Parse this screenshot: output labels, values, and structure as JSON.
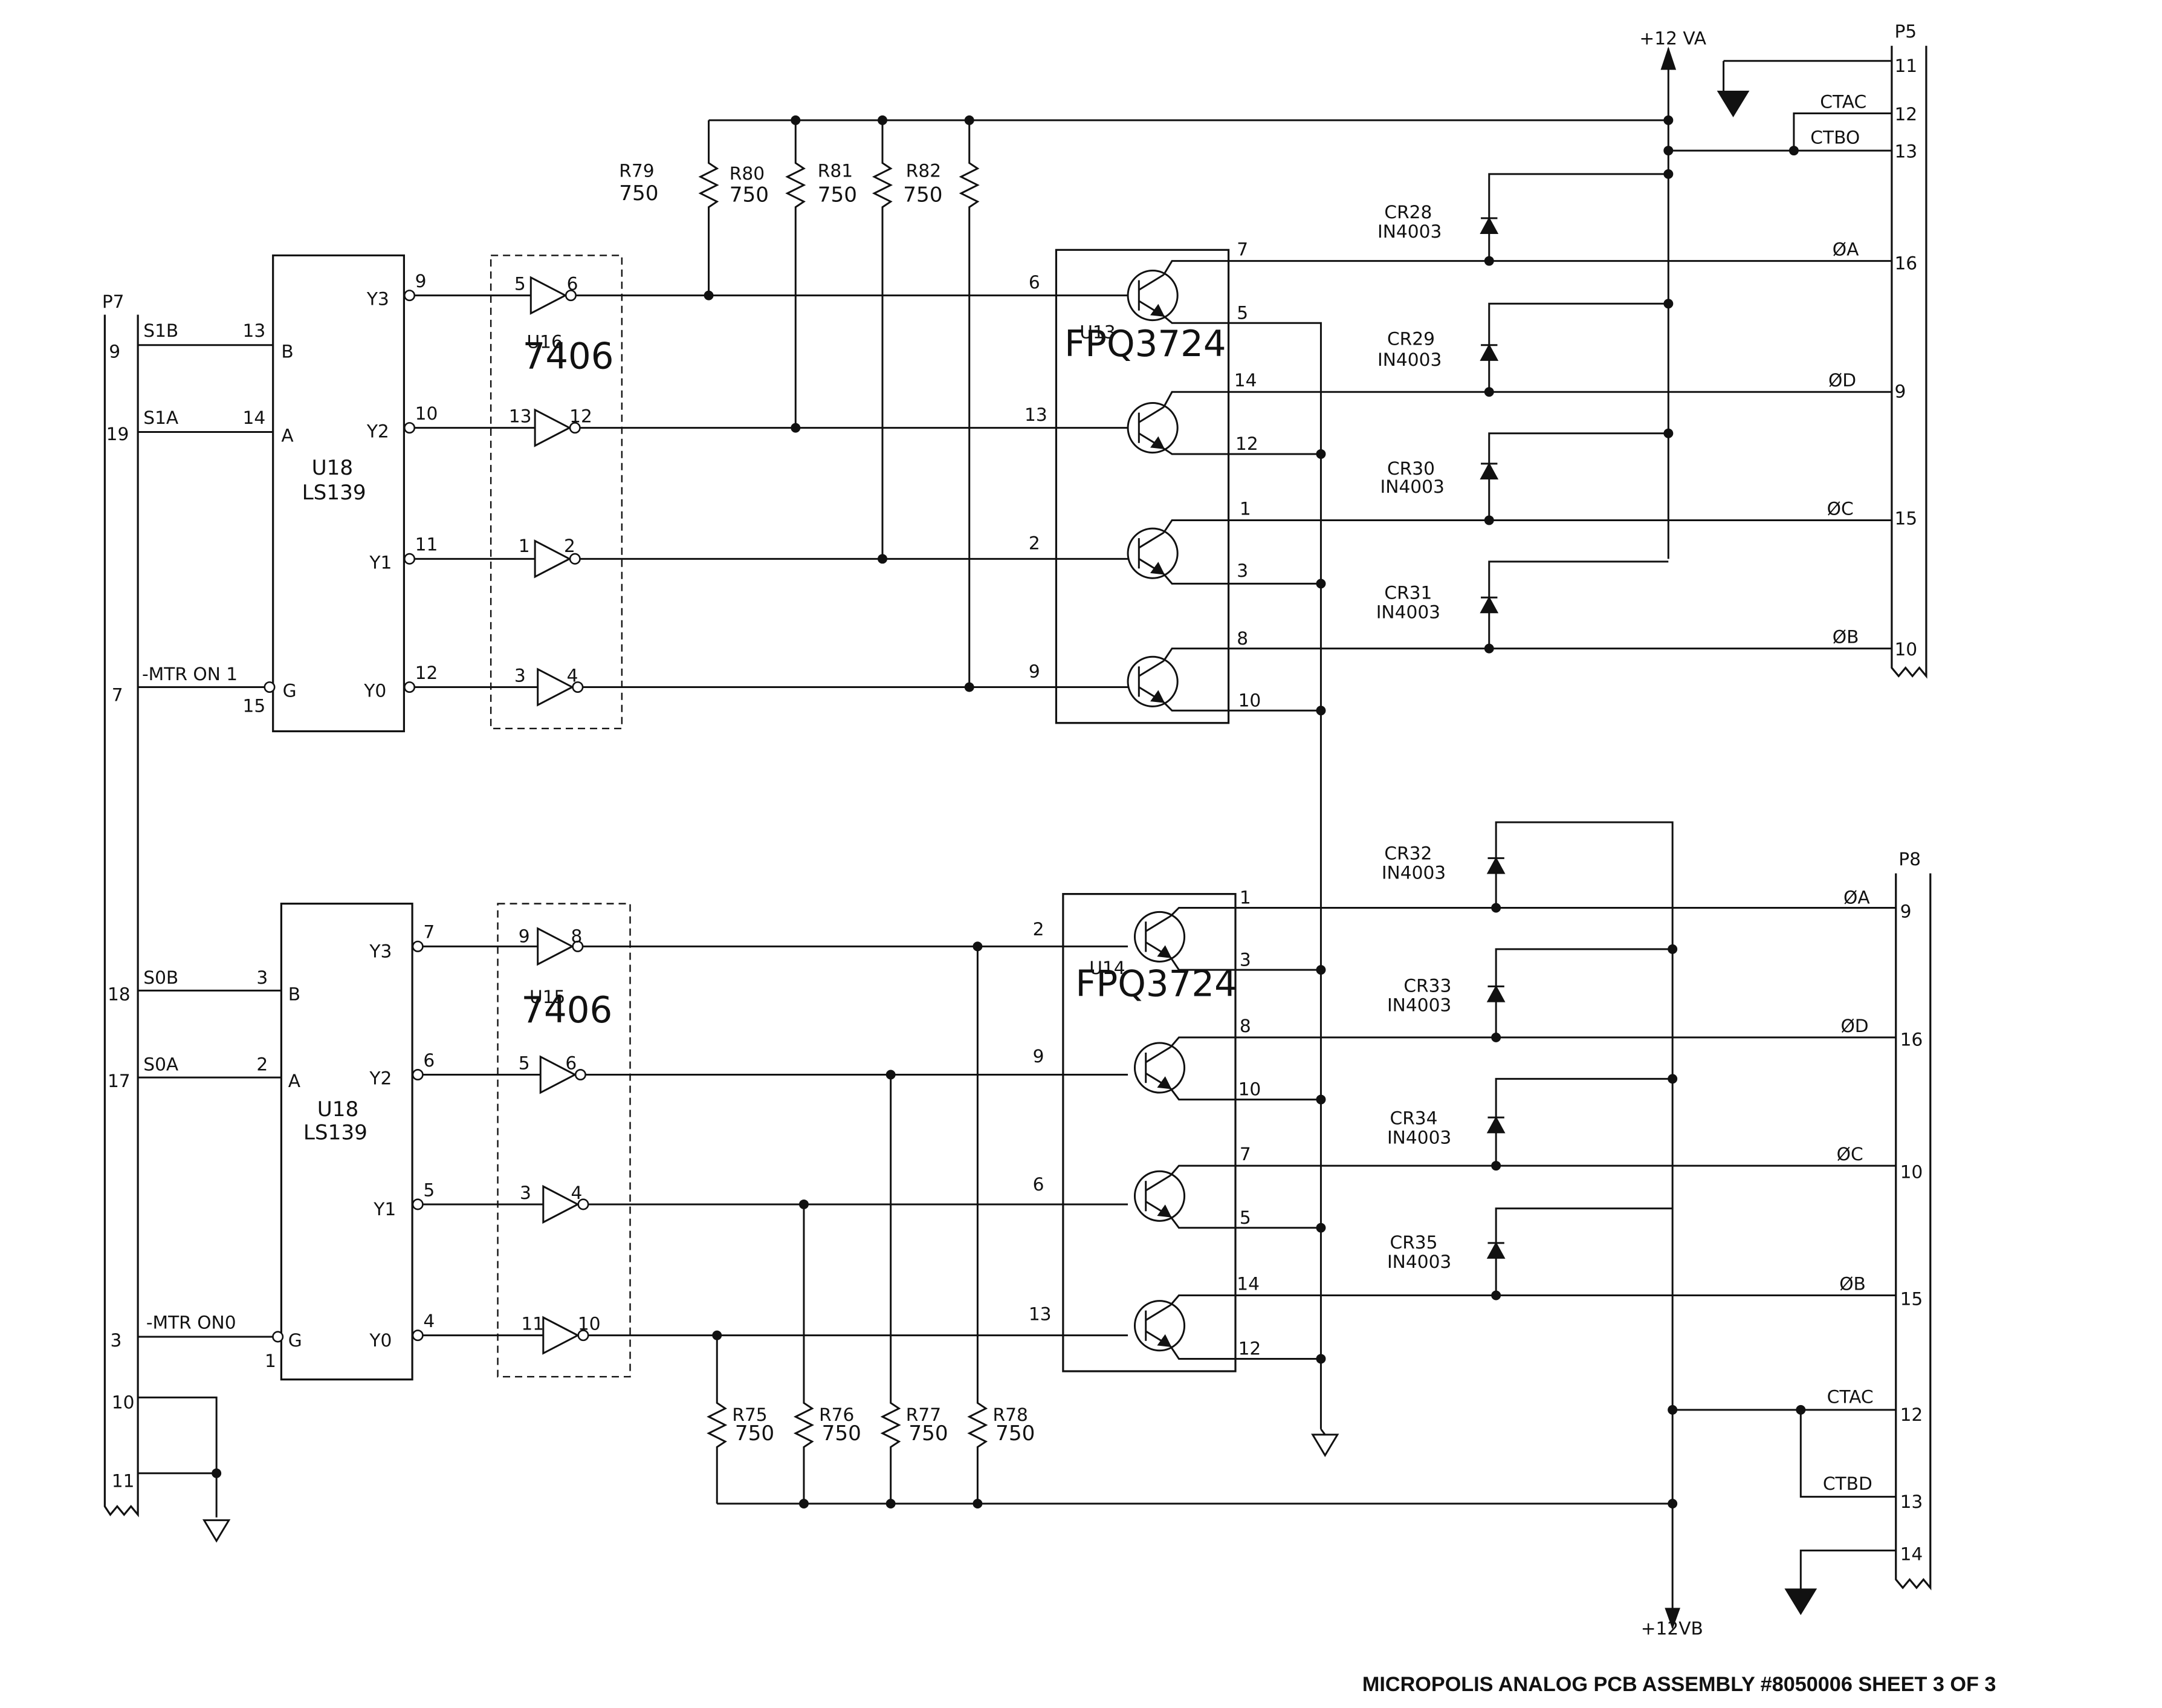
{
  "title": "MICROPOLIS ANALOG PCB ASSEMBLY #8050006 SHEET 3 OF 3",
  "power": {
    "va": "+12 VA",
    "vb": "+12VB"
  },
  "connectors": {
    "p7": {
      "name": "P7",
      "pins": [
        "9",
        "19",
        "7",
        "18",
        "17",
        "3",
        "10",
        "11"
      ]
    },
    "p5": {
      "name": "P5",
      "pins": [
        "11",
        "12",
        "13",
        "16",
        "9",
        "15",
        "10"
      ]
    },
    "p8": {
      "name": "P8",
      "pins": [
        "9",
        "16",
        "10",
        "15",
        "12",
        "13",
        "14"
      ]
    }
  },
  "signals": {
    "s1b": "S1B",
    "s1a": "S1A",
    "mtr_on1": "-MTR ON 1",
    "s0b": "S0B",
    "s0a": "S0A",
    "mtr_on0": "-MTR ON0",
    "ctac": "CTAC",
    "ctbd": "CTBD",
    "ctbo": "CTBO",
    "pa": "ØA",
    "pb": "ØB",
    "pc": "ØC",
    "pd": "ØD"
  },
  "decoders": {
    "top": {
      "name": "U18",
      "part": "LS139",
      "inputs": [
        "B",
        "A",
        "G"
      ],
      "input_pins": [
        "13",
        "14",
        "15"
      ],
      "outputs": [
        "Y3",
        "Y2",
        "Y1",
        "Y0"
      ],
      "output_pins": [
        "9",
        "10",
        "11",
        "12"
      ]
    },
    "bottom": {
      "name": "U18",
      "part": "LS139",
      "inputs": [
        "B",
        "A",
        "G"
      ],
      "input_pins": [
        "3",
        "2",
        "1"
      ],
      "outputs": [
        "Y3",
        "Y2",
        "Y1",
        "Y0"
      ],
      "output_pins": [
        "7",
        "6",
        "5",
        "4"
      ]
    }
  },
  "inverters": {
    "top": {
      "name": "U16",
      "part": "7406",
      "in_pins": [
        "5",
        "13",
        "1",
        "3"
      ],
      "out_pins": [
        "6",
        "12",
        "2",
        "4"
      ]
    },
    "bottom": {
      "name": "U15",
      "part": "7406",
      "in_pins": [
        "9",
        "5",
        "3",
        "11"
      ],
      "out_pins": [
        "8",
        "6",
        "4",
        "10"
      ]
    }
  },
  "transistor_arrays": {
    "top": {
      "name": "U13",
      "part": "FPQ3724",
      "base_pins": [
        "6",
        "13",
        "2",
        "9"
      ],
      "right_pins": [
        "7",
        "5",
        "14",
        "12",
        "1",
        "3",
        "8",
        "10"
      ]
    },
    "bottom": {
      "name": "U14",
      "part": "FPQ3724",
      "base_pins": [
        "2",
        "9",
        "6",
        "13"
      ],
      "right_pins": [
        "1",
        "3",
        "8",
        "10",
        "7",
        "5",
        "14",
        "12"
      ]
    }
  },
  "resistors": {
    "top": [
      {
        "ref": "R79",
        "value": "750"
      },
      {
        "ref": "R80",
        "value": "750"
      },
      {
        "ref": "R81",
        "value": "750"
      },
      {
        "ref": "R82",
        "value": "750"
      }
    ],
    "bottom": [
      {
        "ref": "R75",
        "value": "750"
      },
      {
        "ref": "R76",
        "value": "750"
      },
      {
        "ref": "R77",
        "value": "750"
      },
      {
        "ref": "R78",
        "value": "750"
      }
    ]
  },
  "diodes": [
    {
      "ref": "CR28",
      "part": "IN4003"
    },
    {
      "ref": "CR29",
      "part": "IN4003"
    },
    {
      "ref": "CR30",
      "part": "IN4003"
    },
    {
      "ref": "CR31",
      "part": "IN4003"
    },
    {
      "ref": "CR32",
      "part": "IN4003"
    },
    {
      "ref": "CR33",
      "part": "IN4003"
    },
    {
      "ref": "CR34",
      "part": "IN4003"
    },
    {
      "ref": "CR35",
      "part": "IN4003"
    }
  ]
}
